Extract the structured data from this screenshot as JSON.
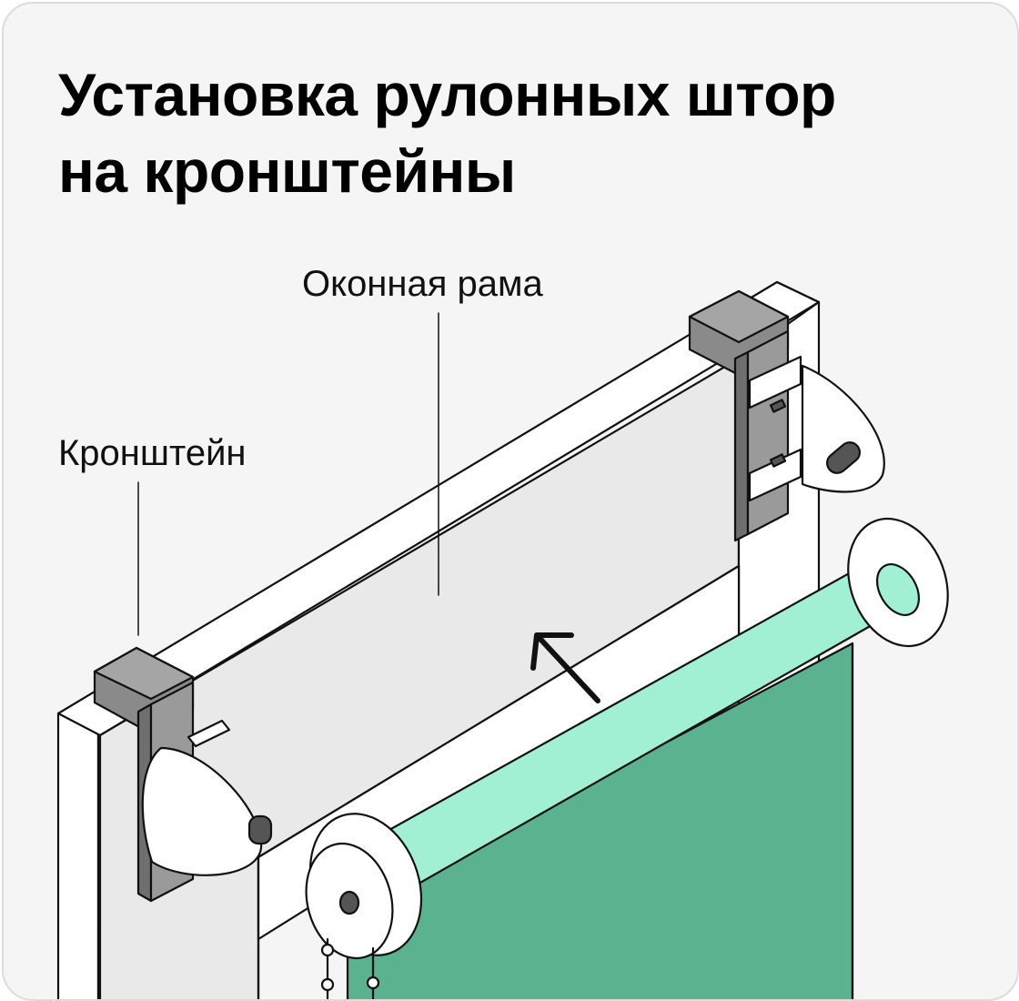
{
  "title": {
    "line1": "Установка рулонных штор",
    "line2": "на кронштейны"
  },
  "labels": {
    "window_frame": "Оконная рама",
    "bracket": "Кронштейн"
  },
  "colors": {
    "background": "#f5f5f5",
    "frame_face": "#e9e9e9",
    "bracket_gray": "#8a8a8a",
    "roller_mint": "#a2f0d3",
    "fabric_green": "#5ab28e",
    "outline": "#111111"
  },
  "icons": [
    "arrow-up-left-icon"
  ]
}
